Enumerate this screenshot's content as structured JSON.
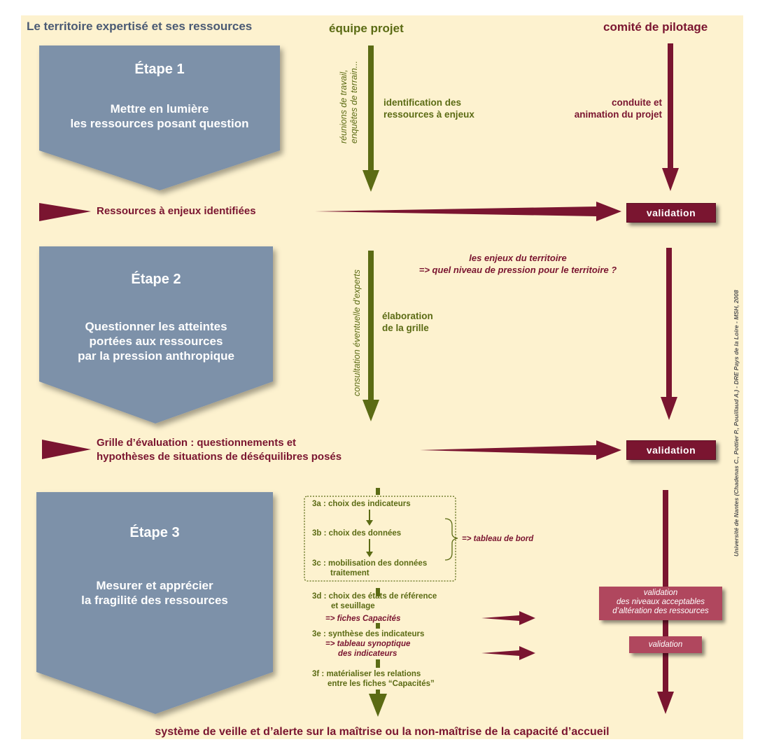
{
  "headers": {
    "left": "Le territoire expertisé et ses ressources",
    "middle": "équipe projet",
    "right": "comité de pilotage"
  },
  "step1": {
    "title": "Étape 1",
    "desc_line1": "Mettre en lumière",
    "desc_line2": "les ressources posant question",
    "vertical_line1": "réunions de travail,",
    "vertical_line2": "enquêtes de terrain...",
    "project_line1": "identification des",
    "project_line2": "ressources à enjeux",
    "committee_line1": "conduite et",
    "committee_line2": "animation du projet",
    "result": "Ressources à enjeux identifiées",
    "validation": "validation"
  },
  "step2": {
    "title": "Étape 2",
    "desc_line1": "Questionner les atteintes",
    "desc_line2": "portées aux ressources",
    "desc_line3": "par la pression anthropique",
    "vertical": "consultation éventuelle d'experts",
    "issues_line1": "les enjeux du territoire",
    "issues_line2": "=> quel niveau de pression pour le territoire ?",
    "project_line1": "élaboration",
    "project_line2": "de la grille",
    "result_line1": "Grille d’évaluation : questionnements et",
    "result_line2": "hypothèses de situations de déséquilibres posés",
    "validation": "validation"
  },
  "step3": {
    "title": "Étape 3",
    "desc_line1": "Mesurer et apprécier",
    "desc_line2": "la fragilité des ressources",
    "s3a": "3a : choix des indicateurs",
    "s3b": "3b : choix des données",
    "s3c_line1": "3c : mobilisation des données",
    "s3c_line2": "traitement",
    "dashboard": "=> tableau de bord",
    "s3d_line1": "3d : choix des états de référence",
    "s3d_line2": "et seuillage",
    "s3d_out": "=> fiches Capacités",
    "s3e_line1": "3e : synthèse des indicateurs",
    "s3e_out_line1": "=> tableau synoptique",
    "s3e_out_line2": "des indicateurs",
    "s3f_line1": "3f : matérialiser les relations",
    "s3f_line2": "entre les fiches “Capacités”",
    "validation_levels_line1": "validation",
    "validation_levels_line2": "des niveaux acceptables",
    "validation_levels_line3": "d’altération des ressources",
    "validation_small": "validation"
  },
  "footer": "système de veille et d’alerte sur la maîtrise ou la non-maîtrise de la capacité d’accueil",
  "credit": "Université de Nantes (Chadenas C., Pottier P., Pouillaud A.) - DRE Pays de la Loire - MSH, 2008",
  "colors": {
    "background": "#fdf2cf",
    "step_box": "#7d91a9",
    "olive": "#5b6b14",
    "maroon": "#7a1530",
    "pink": "#b0475e"
  }
}
